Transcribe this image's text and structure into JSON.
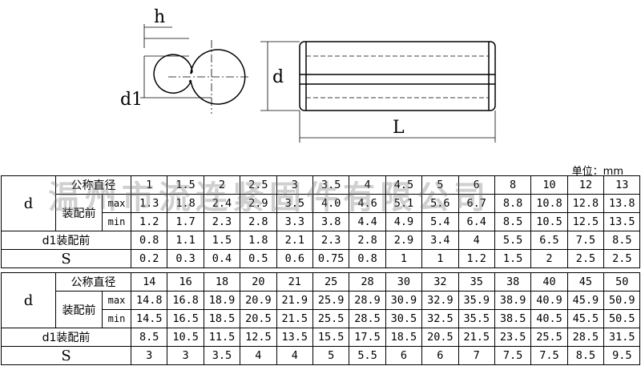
{
  "drawing": {
    "h": "h",
    "d1": "d1",
    "d": "d",
    "L": "L"
  },
  "unit": "单位：mm",
  "watermark": "温州市流连紧固件有限公司",
  "table1": {
    "header_row": "公称直径",
    "d_label": "d",
    "assembly": "装配前",
    "max_label": "max",
    "min_label": "min",
    "d1_label": "d1装配前",
    "s_label": "S",
    "nominal": [
      "1",
      "1.5",
      "2",
      "2.5",
      "3",
      "3.5",
      "4",
      "4.5",
      "5",
      "6",
      "8",
      "10",
      "12",
      "13"
    ],
    "max": [
      "1.3",
      "1.8",
      "2.4",
      "2.9",
      "3.5",
      "4.0",
      "4.6",
      "5.1",
      "5.6",
      "6.7",
      "8.8",
      "10.8",
      "12.8",
      "13.8"
    ],
    "min": [
      "1.2",
      "1.7",
      "2.3",
      "2.8",
      "3.3",
      "3.8",
      "4.4",
      "4.9",
      "5.4",
      "6.4",
      "8.5",
      "10.5",
      "12.5",
      "13.5"
    ],
    "d1": [
      "0.8",
      "1.1",
      "1.5",
      "1.8",
      "2.1",
      "2.3",
      "2.8",
      "2.9",
      "3.4",
      "4",
      "5.5",
      "6.5",
      "7.5",
      "8.5"
    ],
    "s": [
      "0.2",
      "0.3",
      "0.4",
      "0.5",
      "0.6",
      "0.75",
      "0.8",
      "1",
      "1",
      "1.2",
      "1.5",
      "2",
      "2.5",
      "2.5"
    ]
  },
  "table2": {
    "header_row": "公称直径",
    "d_label": "d",
    "assembly": "装配前",
    "max_label": "max",
    "min_label": "min",
    "d1_label": "d1装配前",
    "s_label": "S",
    "nominal": [
      "14",
      "16",
      "18",
      "20",
      "21",
      "25",
      "28",
      "30",
      "32",
      "35",
      "38",
      "40",
      "45",
      "50"
    ],
    "max": [
      "14.8",
      "16.8",
      "18.9",
      "20.9",
      "21.9",
      "25.9",
      "28.9",
      "30.9",
      "32.9",
      "35.9",
      "38.9",
      "40.9",
      "45.9",
      "50.9"
    ],
    "min": [
      "14.5",
      "16.5",
      "18.5",
      "20.5",
      "21.5",
      "25.5",
      "28.5",
      "30.5",
      "32.5",
      "35.5",
      "38.5",
      "40.5",
      "45.5",
      "50.5"
    ],
    "d1": [
      "8.5",
      "10.5",
      "11.5",
      "12.5",
      "13.5",
      "15.5",
      "17.5",
      "18.5",
      "20.5",
      "21.5",
      "23.5",
      "25.5",
      "28.5",
      "31.5"
    ],
    "s": [
      "3",
      "3",
      "3.5",
      "4",
      "4",
      "5",
      "5.5",
      "6",
      "6",
      "7",
      "7.5",
      "7.5",
      "8.5",
      "9.5"
    ]
  }
}
